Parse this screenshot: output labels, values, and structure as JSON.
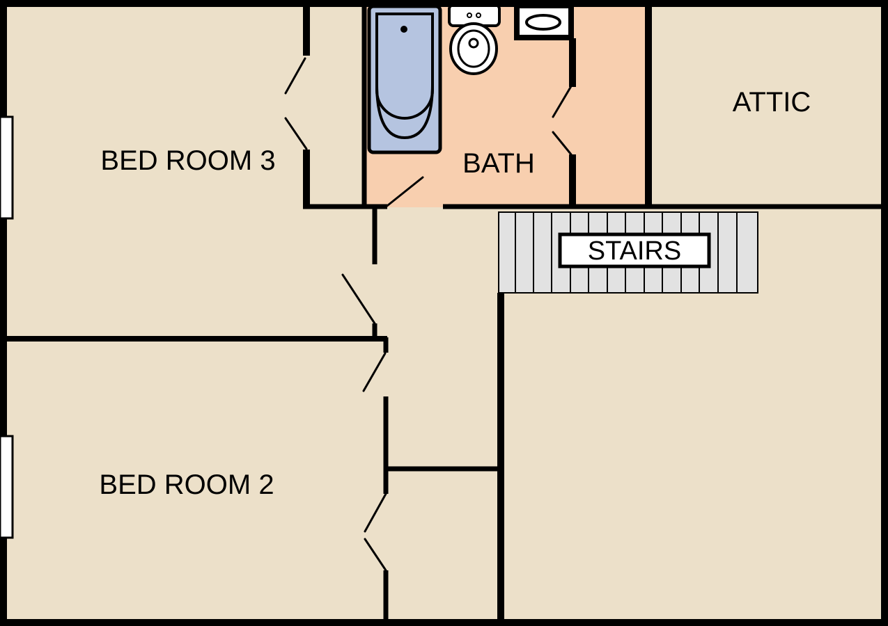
{
  "rooms": {
    "bedroom3": "BED ROOM 3",
    "bath": "BATH",
    "attic": "ATTIC",
    "stairs": "STAIRS",
    "bedroom2": "BED ROOM 2"
  },
  "colors": {
    "floor": "#ece0c9",
    "bath_floor": "#f8cfaf",
    "wall": "#000000",
    "bathtub": "#b5c4e0",
    "stairs": "#e2e2e2",
    "window": "#ffffff"
  }
}
